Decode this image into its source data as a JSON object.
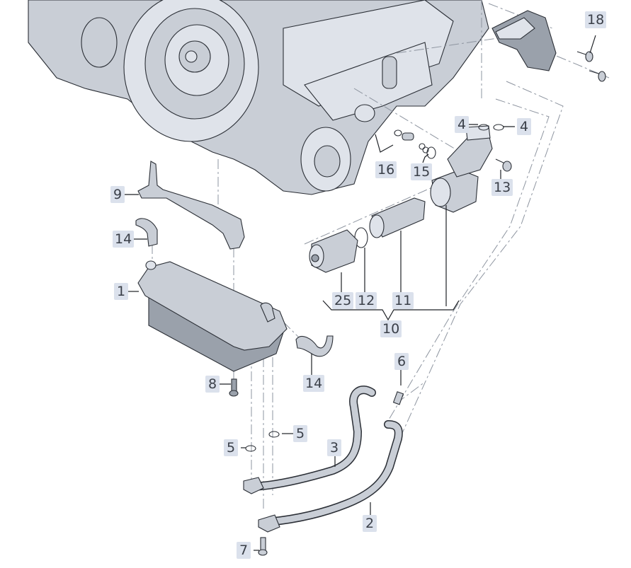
{
  "diagram": {
    "type": "exploded-parts-diagram",
    "subject": "Automatic transmission with ATF cooler, filter housing and cooling lines",
    "callouts": [
      {
        "id": "c1",
        "number": "1",
        "part": "atf-cooler"
      },
      {
        "id": "c2",
        "number": "2",
        "part": "cooling-line-lower"
      },
      {
        "id": "c3",
        "number": "3",
        "part": "cooling-line-upper"
      },
      {
        "id": "c4a",
        "number": "4",
        "part": "o-ring"
      },
      {
        "id": "c4b",
        "number": "4",
        "part": "o-ring"
      },
      {
        "id": "c5a",
        "number": "5",
        "part": "o-ring"
      },
      {
        "id": "c5b",
        "number": "5",
        "part": "o-ring"
      },
      {
        "id": "c6",
        "number": "6",
        "part": "bolt"
      },
      {
        "id": "c7",
        "number": "7",
        "part": "bolt"
      },
      {
        "id": "c8",
        "number": "8",
        "part": "bolt"
      },
      {
        "id": "c9",
        "number": "9",
        "part": "bracket"
      },
      {
        "id": "c10",
        "number": "10",
        "part": "filter-assembly"
      },
      {
        "id": "c11",
        "number": "11",
        "part": "filter-element"
      },
      {
        "id": "c12",
        "number": "12",
        "part": "o-ring"
      },
      {
        "id": "c13",
        "number": "13",
        "part": "bolt"
      },
      {
        "id": "c14a",
        "number": "14",
        "part": "hose"
      },
      {
        "id": "c14b",
        "number": "14",
        "part": "hose"
      },
      {
        "id": "c15",
        "number": "15",
        "part": "o-ring"
      },
      {
        "id": "c16",
        "number": "16",
        "part": "connector-with-seals"
      },
      {
        "id": "c18",
        "number": "18",
        "part": "screws"
      },
      {
        "id": "c25",
        "number": "25",
        "part": "filter-cap"
      }
    ],
    "colors": {
      "label_bg": "#dbe1ec",
      "label_text": "#3a3f48",
      "line": "#1e2126",
      "part_fill": "#c9ced6"
    }
  }
}
